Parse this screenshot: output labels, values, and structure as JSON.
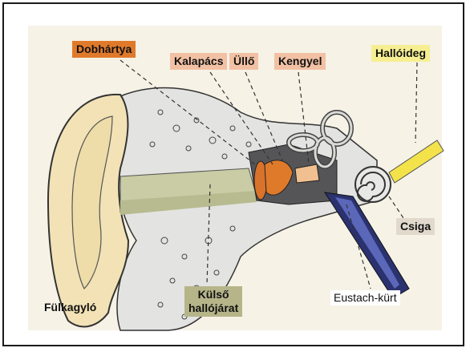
{
  "labels": {
    "dobhartya": "Dobhártya",
    "kalapacs": "Kalapács",
    "ullo": "Üllő",
    "kengyel": "Kengyel",
    "halloideg": "Hallóideg",
    "csiga": "Csiga",
    "eustach": "Eustach-kürt",
    "kulso_line1": "Külső",
    "kulso_line2": "hallójárat",
    "fulkagylo": "Fülkagyló"
  },
  "colors": {
    "dobhartya_tag": "#e07a2b",
    "ossicle_tag": "#f2c1a4",
    "nerve_tag": "#f6ef92",
    "csiga_tag": "#e1dacc",
    "canal_tag": "#b6b58a",
    "auricle": "#f2e2b5",
    "bone": "#e2e2e0",
    "eustachian_tube": "#2b3270"
  }
}
